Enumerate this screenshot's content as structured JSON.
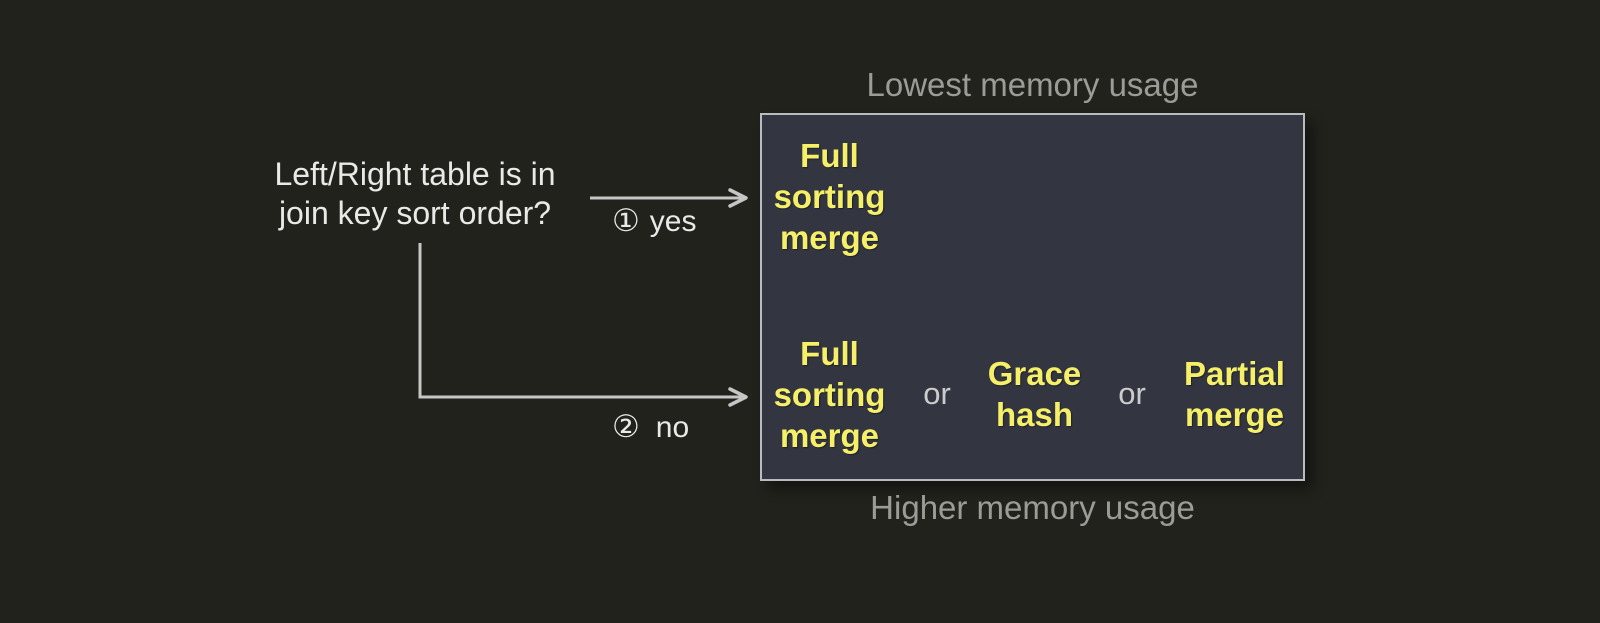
{
  "colors": {
    "page-bg": "#21221c",
    "box-bg": "#333641",
    "box-border": "#b9bcbe",
    "yellow": "#f6ef68",
    "light-text": "#e9e9e7",
    "caption-text": "#9b9b98",
    "or-text": "#cccccc",
    "line": "#c6c6c6"
  },
  "question": {
    "text": "Left/Right table is in\njoin key sort order?"
  },
  "branches": [
    {
      "number": "①",
      "label": "yes"
    },
    {
      "number": "②",
      "label": "no"
    }
  ],
  "captions": {
    "top": "Lowest memory usage",
    "bottom": "Higher memory usage"
  },
  "box": {
    "row1": [
      "Full\nsorting\nmerge"
    ],
    "row2": [
      "Full\nsorting\nmerge",
      "or",
      "Grace\nhash",
      "or",
      "Partial\nmerge"
    ]
  }
}
